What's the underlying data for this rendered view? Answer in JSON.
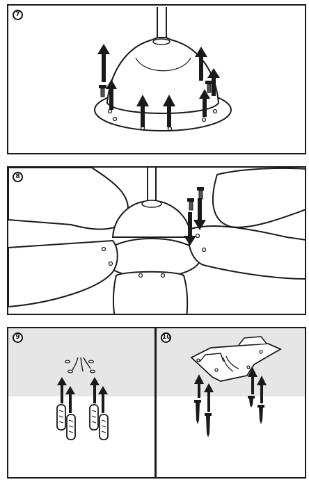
{
  "steps": [
    {
      "number": "7"
    },
    {
      "number": "8"
    },
    {
      "number": "9"
    },
    {
      "number": "10"
    }
  ],
  "colors": {
    "line": "#1a1a1a",
    "ceiling": "#e6e6e6",
    "background": "#ffffff"
  },
  "icons": [
    "arrow-up-icon",
    "arrow-down-icon",
    "screw-icon",
    "wall-plug-icon",
    "mounting-bracket-icon"
  ]
}
